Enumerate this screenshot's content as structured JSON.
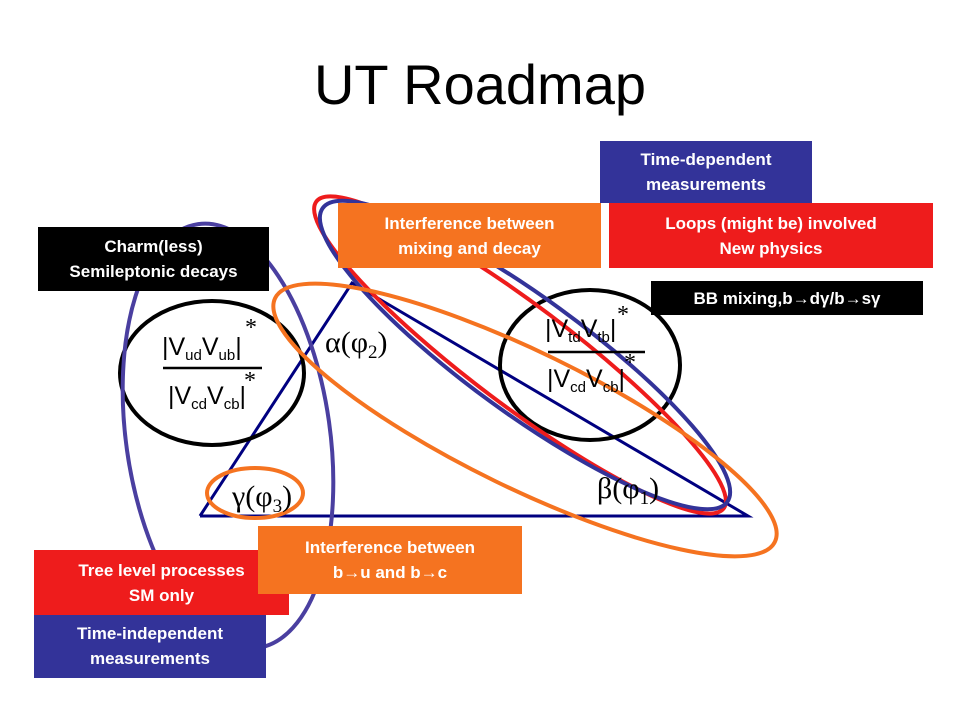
{
  "title": "UT Roadmap",
  "boxes": {
    "time_dependent": [
      "Time-dependent",
      "measurements"
    ],
    "interference_mixing": [
      "Interference between",
      "mixing and decay"
    ],
    "loops": [
      "Loops (might be) involved",
      "New physics"
    ],
    "charm": [
      "Charm(less)",
      "Semileptonic decays"
    ],
    "bb_mixing": "BB mixing,b→dγ/b→sγ",
    "tree_level": [
      "Tree level processes",
      "SM only"
    ],
    "interference_bu": [
      "Interference between",
      "b→u and b→c"
    ],
    "time_independent": [
      "Time-independent",
      "measurements"
    ]
  },
  "angles": {
    "alpha": "α(φ",
    "alpha_sub": "2",
    "beta": "β(φ",
    "beta_sub": "1",
    "gamma": "γ(φ",
    "gamma_sub": "3",
    "close": ")"
  },
  "ratios": {
    "left_top": "|V",
    "left_top_sub1": "ud",
    "left_top_mid": "V",
    "left_top_sub2": "ub",
    "left_bottom_sub1": "cd",
    "left_bottom_sub2": "cb",
    "right_top_sub1": "td",
    "right_top_sub2": "tb",
    "right_bottom_sub1": "cd",
    "right_bottom_sub2": "cb",
    "bar": "|",
    "star": "*"
  },
  "colors": {
    "navy": "#000080",
    "red": "#ee1c1c",
    "orange": "#f57320",
    "blue_box": "#333399",
    "purple_ellipse": "#4a3fa0"
  }
}
